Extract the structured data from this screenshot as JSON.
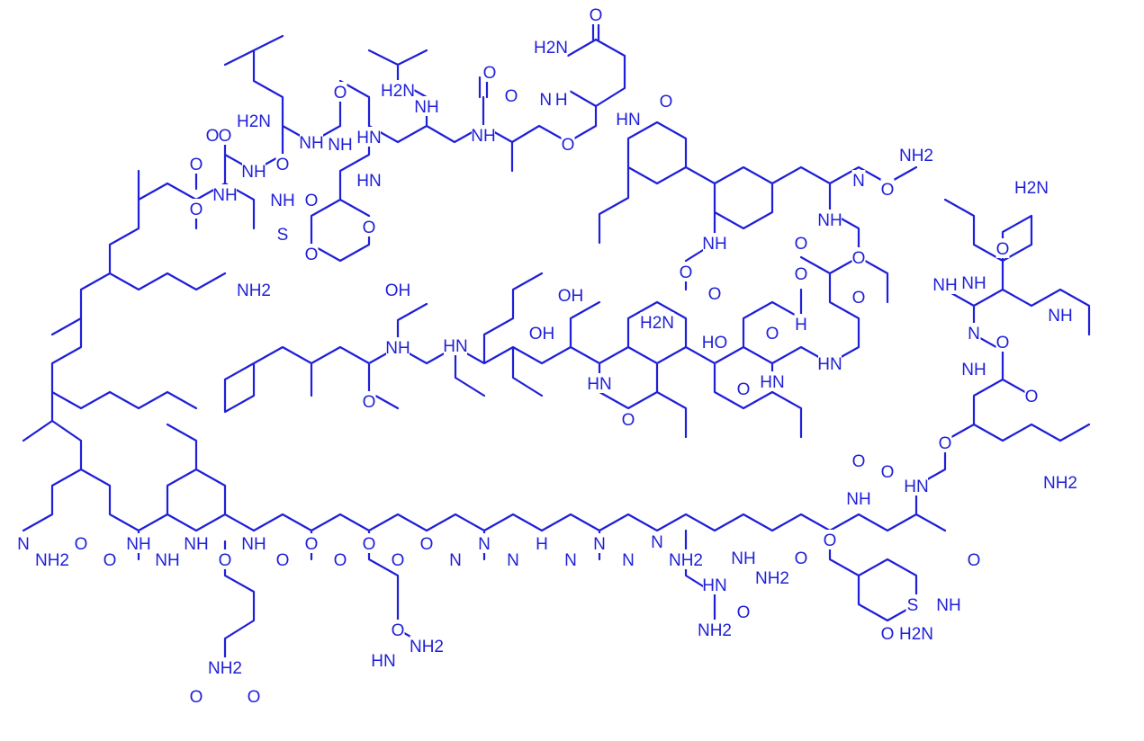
{
  "structure": {
    "color": "#1f1fd8",
    "labels": [
      "O",
      "H2N",
      "O",
      "H2N",
      "N H",
      "NH",
      "NH",
      "O",
      "O",
      "HN",
      "O",
      "HN",
      "O",
      "NH",
      "O",
      "O",
      "NH",
      "O",
      "NH",
      "O",
      "H2N",
      "O",
      "S",
      "O",
      "HN",
      "NH",
      "O",
      "O",
      "NH",
      "NH2",
      "OH",
      "O",
      "NH",
      "HN",
      "OH",
      "OH",
      "HN",
      "O",
      "H2N",
      "O",
      "NH",
      "O",
      "O",
      "O",
      "H2N",
      "HO",
      "O",
      "HN",
      "HN",
      "O",
      "O",
      "O",
      "NH",
      "H",
      "N",
      "O",
      "NH2",
      "NH",
      "O",
      "N",
      "NH",
      "O",
      "NH",
      "NH",
      "O",
      "O",
      "HN",
      "O",
      "O",
      "NH",
      "O",
      "O",
      "NH2",
      "NH",
      "HN",
      "NH2",
      "N",
      "N",
      "N",
      "N",
      "H",
      "N",
      "N",
      "N",
      "O",
      "O",
      "O",
      "O",
      "O",
      "O",
      "NH",
      "O",
      "NH",
      "NH",
      "NH",
      "O",
      "O",
      "NH2",
      "N",
      "NH2",
      "O",
      "O",
      "O",
      "NH2",
      "HN",
      "NH2",
      "O",
      "S",
      "NH",
      "O",
      "H2N",
      "O",
      "NH2"
    ]
  }
}
